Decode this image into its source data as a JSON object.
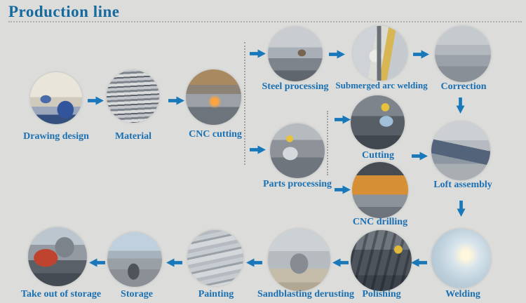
{
  "title": "Production line",
  "steps": {
    "drawing_design": "Drawing design",
    "material": "Material",
    "cnc_cutting": "CNC cutting",
    "steel_processing": "Steel processing",
    "submerged_arc_welding": "Submerged arc welding",
    "correction": "Correction",
    "parts_processing": "Parts processing",
    "cutting": "Cutting",
    "cnc_drilling": "CNC drilling",
    "loft_assembly": "Loft assembly",
    "welding": "Welding",
    "polishing": "Polishing",
    "sandblasting_derusting": "Sandblasting derusting",
    "painting": "Painting",
    "storage": "Storage",
    "take_out_of_storage": "Take out of storage"
  },
  "colors": {
    "background": "#dcdcda",
    "title_text": "#176a9e",
    "label_text": "#1a70b2",
    "arrow": "#1878ba",
    "dotted_line": "#a3a3a1"
  }
}
